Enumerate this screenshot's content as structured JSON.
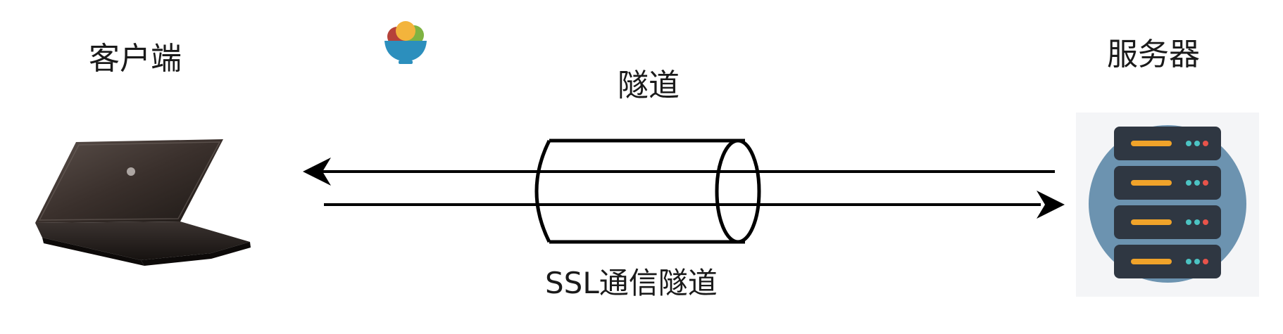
{
  "labels": {
    "client": "客户端",
    "tunnel": "隧道",
    "server": "服务器",
    "caption": "SSL通信隧道"
  },
  "icons": {
    "logo": "salad-bowl-icon",
    "client": "laptop-icon",
    "server": "server-rack-icon"
  },
  "colors": {
    "line": "#000000",
    "server_circle": "#6c93b0",
    "server_unit": "#2f3742",
    "server_bar": "#f0a32a",
    "led_teal": "#4cc3c3",
    "led_red": "#e8534a",
    "bowl": "#2c8fbd"
  }
}
